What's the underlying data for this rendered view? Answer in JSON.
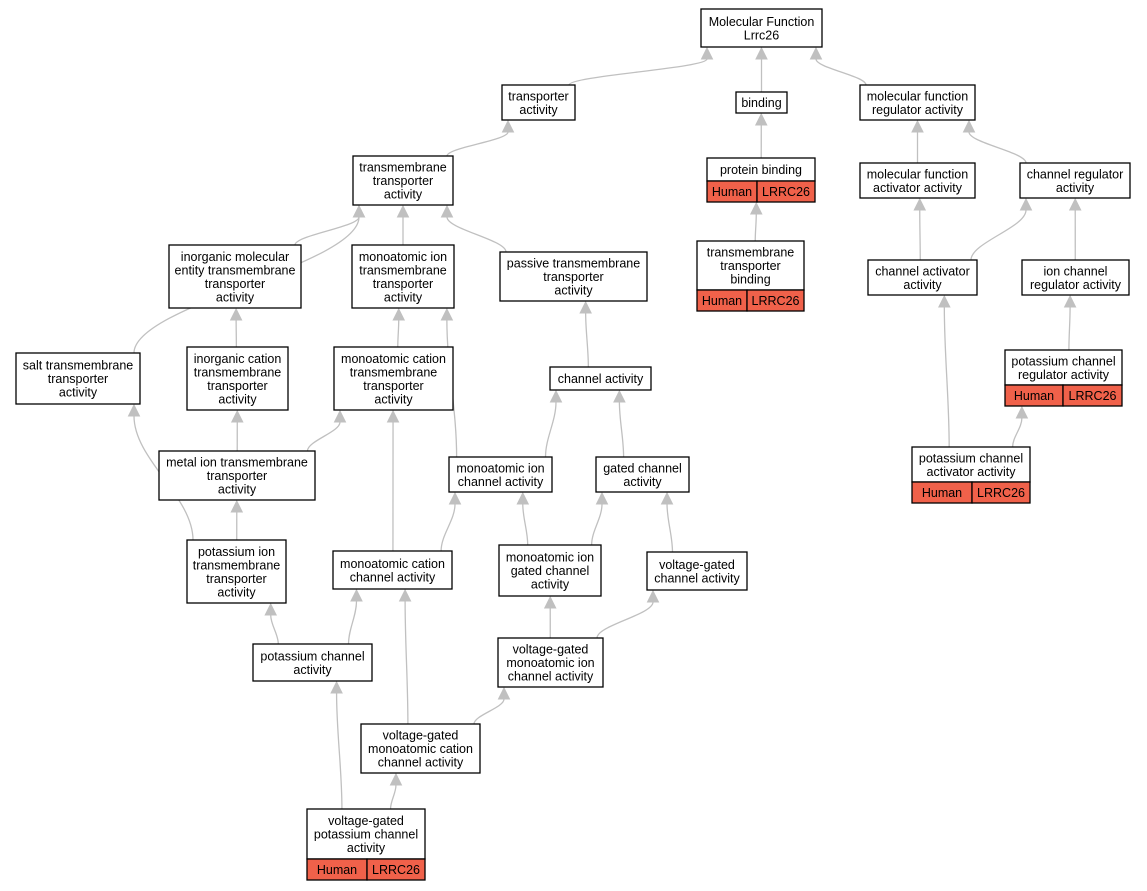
{
  "colors": {
    "background": "#ffffff",
    "node_border": "#000000",
    "edge": "#c0c0c0",
    "annotation_fill": "#f0614a"
  },
  "nodes": [
    {
      "id": "mf",
      "lines": [
        "Molecular Function",
        "Lrrc26"
      ]
    },
    {
      "id": "transporter",
      "lines": [
        "transporter",
        "activity"
      ]
    },
    {
      "id": "binding",
      "lines": [
        "binding"
      ]
    },
    {
      "id": "mfreg",
      "lines": [
        "molecular function",
        "regulator activity"
      ]
    },
    {
      "id": "tmtransporter",
      "lines": [
        "transmembrane",
        "transporter",
        "activity"
      ]
    },
    {
      "id": "protbinding",
      "lines": [
        "protein binding"
      ],
      "tag": [
        "Human",
        "LRRC26"
      ]
    },
    {
      "id": "mfact",
      "lines": [
        "molecular function",
        "activator activity"
      ]
    },
    {
      "id": "chanreg",
      "lines": [
        "channel regulator",
        "activity"
      ]
    },
    {
      "id": "inorgmol",
      "lines": [
        "inorganic molecular",
        "entity transmembrane",
        "transporter",
        "activity"
      ]
    },
    {
      "id": "monotm",
      "lines": [
        "monoatomic ion",
        "transmembrane",
        "transporter",
        "activity"
      ]
    },
    {
      "id": "passive",
      "lines": [
        "passive transmembrane",
        "transporter",
        "activity"
      ]
    },
    {
      "id": "tmbinding",
      "lines": [
        "transmembrane",
        "transporter",
        "binding"
      ],
      "tag": [
        "Human",
        "LRRC26"
      ]
    },
    {
      "id": "chanact",
      "lines": [
        "channel activator",
        "activity"
      ]
    },
    {
      "id": "ionchanreg",
      "lines": [
        "ion channel",
        "regulator activity"
      ]
    },
    {
      "id": "salt",
      "lines": [
        "salt transmembrane",
        "transporter",
        "activity"
      ]
    },
    {
      "id": "inorgcat",
      "lines": [
        "inorganic cation",
        "transmembrane",
        "transporter",
        "activity"
      ]
    },
    {
      "id": "monocattm",
      "lines": [
        "monoatomic cation",
        "transmembrane",
        "transporter",
        "activity"
      ]
    },
    {
      "id": "channel",
      "lines": [
        "channel activity"
      ]
    },
    {
      "id": "kchanreg",
      "lines": [
        "potassium channel",
        "regulator activity"
      ],
      "tag": [
        "Human",
        "LRRC26"
      ]
    },
    {
      "id": "metal",
      "lines": [
        "metal ion transmembrane",
        "transporter",
        "activity"
      ]
    },
    {
      "id": "monoionchan",
      "lines": [
        "monoatomic ion",
        "channel activity"
      ]
    },
    {
      "id": "gated",
      "lines": [
        "gated channel",
        "activity"
      ]
    },
    {
      "id": "kchanact",
      "lines": [
        "potassium channel",
        "activator activity"
      ],
      "tag": [
        "Human",
        "LRRC26"
      ]
    },
    {
      "id": "ktm",
      "lines": [
        "potassium ion",
        "transmembrane",
        "transporter",
        "activity"
      ]
    },
    {
      "id": "monocatchan",
      "lines": [
        "monoatomic cation",
        "channel activity"
      ]
    },
    {
      "id": "monogated",
      "lines": [
        "monoatomic ion",
        "gated channel",
        "activity"
      ]
    },
    {
      "id": "vgated",
      "lines": [
        "voltage-gated",
        "channel activity"
      ]
    },
    {
      "id": "kchan",
      "lines": [
        "potassium channel",
        "activity"
      ]
    },
    {
      "id": "vgmono",
      "lines": [
        "voltage-gated",
        "monoatomic ion",
        "channel activity"
      ]
    },
    {
      "id": "vgmonocat",
      "lines": [
        "voltage-gated",
        "monoatomic cation",
        "channel activity"
      ]
    },
    {
      "id": "vgk",
      "lines": [
        "voltage-gated",
        "potassium channel",
        "activity"
      ],
      "tag": [
        "Human",
        "LRRC26"
      ]
    }
  ],
  "edges": [
    [
      "transporter",
      "mf"
    ],
    [
      "binding",
      "mf"
    ],
    [
      "mfreg",
      "mf"
    ],
    [
      "tmtransporter",
      "transporter"
    ],
    [
      "protbinding",
      "binding"
    ],
    [
      "mfact",
      "mfreg"
    ],
    [
      "chanreg",
      "mfreg"
    ],
    [
      "inorgmol",
      "tmtransporter"
    ],
    [
      "monotm",
      "tmtransporter"
    ],
    [
      "passive",
      "tmtransporter"
    ],
    [
      "salt",
      "tmtransporter"
    ],
    [
      "tmbinding",
      "protbinding"
    ],
    [
      "chanact",
      "mfact"
    ],
    [
      "chanact",
      "chanreg"
    ],
    [
      "ionchanreg",
      "chanreg"
    ],
    [
      "inorgcat",
      "inorgmol"
    ],
    [
      "monocattm",
      "monotm"
    ],
    [
      "monoionchan",
      "monotm"
    ],
    [
      "channel",
      "passive"
    ],
    [
      "kchanreg",
      "ionchanreg"
    ],
    [
      "kchanact",
      "chanact"
    ],
    [
      "kchanact",
      "kchanreg"
    ],
    [
      "metal",
      "inorgcat"
    ],
    [
      "metal",
      "monocattm"
    ],
    [
      "monoionchan",
      "channel"
    ],
    [
      "gated",
      "channel"
    ],
    [
      "ktm",
      "metal"
    ],
    [
      "ktm",
      "salt"
    ],
    [
      "monocatchan",
      "monoionchan"
    ],
    [
      "monocatchan",
      "monocattm"
    ],
    [
      "monogated",
      "monoionchan"
    ],
    [
      "monogated",
      "gated"
    ],
    [
      "vgated",
      "gated"
    ],
    [
      "kchan",
      "ktm"
    ],
    [
      "kchan",
      "monocatchan"
    ],
    [
      "vgmono",
      "monogated"
    ],
    [
      "vgmono",
      "vgated"
    ],
    [
      "vgmonocat",
      "vgmono"
    ],
    [
      "vgmonocat",
      "monocatchan"
    ],
    [
      "vgk",
      "kchan"
    ],
    [
      "vgk",
      "vgmonocat"
    ]
  ]
}
